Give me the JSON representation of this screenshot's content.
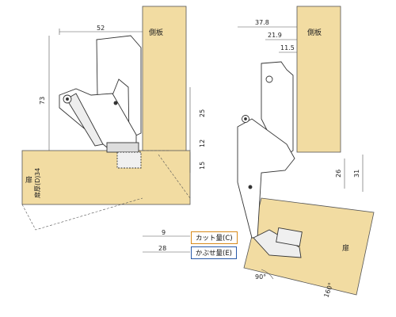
{
  "left_view": {
    "dim_width": "52",
    "dim_height": "73",
    "dim_25": "25",
    "dim_12": "12",
    "dim_15": "15",
    "dim_9": "9",
    "dim_28": "28",
    "side_panel_label": "側板",
    "door_label": "扉",
    "door_thickness_label": "扉厚(D)",
    "door_thickness_value": "34"
  },
  "right_view": {
    "dim_378": "37.8",
    "dim_219": "21.9",
    "dim_115": "11.5",
    "dim_26": "26",
    "dim_31": "31",
    "side_panel_label": "側板",
    "door_label": "扉",
    "angle_90": "90°",
    "angle_160": "160°"
  },
  "legend": {
    "cut_amount": "カット量(C)",
    "overlay_amount": "かぶせ量(E)"
  },
  "colors": {
    "wood": "#f2dca2",
    "metal": "#ffffff",
    "line": "#333333",
    "accent_blue": "#2a5aa8",
    "accent_orange": "#d88a1a"
  }
}
